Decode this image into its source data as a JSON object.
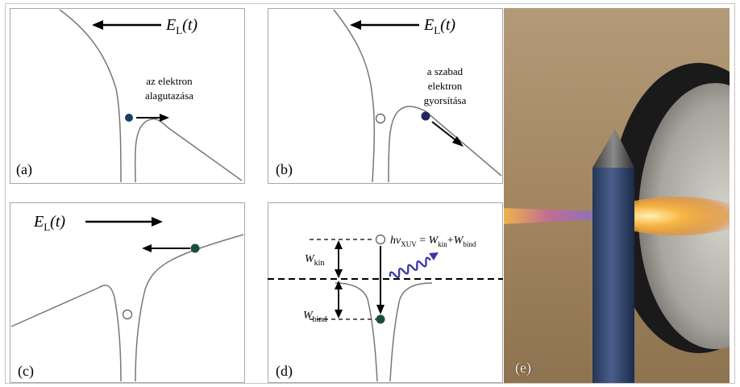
{
  "panels": {
    "a": {
      "label": "(a)",
      "field": {
        "symbol": "E",
        "subscript": "L",
        "arg": "(t)"
      },
      "note_lines": [
        "az elektron",
        "alagutazása"
      ]
    },
    "b": {
      "label": "(b)",
      "field": {
        "symbol": "E",
        "subscript": "L",
        "arg": "(t)"
      },
      "note_lines": [
        "a szabad",
        "elektron",
        "gyorsítása"
      ]
    },
    "c": {
      "label": "(c)",
      "field": {
        "symbol": "E",
        "subscript": "L",
        "arg": "(t)"
      }
    },
    "d": {
      "label": "(d)",
      "w_kin": {
        "symbol": "W",
        "subscript": "kin"
      },
      "w_bind": {
        "symbol": "W",
        "subscript": "bind"
      },
      "equation": {
        "lhs": "hν",
        "lhs_sub": "XUV",
        "eq": " = ",
        "t1": "W",
        "t1_sub": "kin",
        "plus": "+",
        "t2": "W",
        "t2_sub": "bind"
      }
    },
    "e": {
      "label": "(e)"
    }
  },
  "colors": {
    "curve": "#777777",
    "electron_a": "#1b3f6a",
    "electron_b": "#23235e",
    "electron_c": "#1d4e3c",
    "electron_d": "#1c4c40",
    "photon": "#3c38a8",
    "tube": "#32466f",
    "flame": "#f39a25",
    "photo_bg": "#a68a63"
  }
}
